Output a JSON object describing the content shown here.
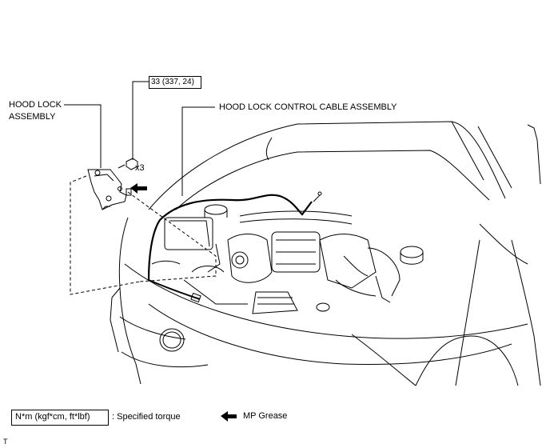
{
  "labels": {
    "hood_lock_line1": "HOOD LOCK",
    "hood_lock_line2": "ASSEMBLY",
    "cable": "HOOD LOCK CONTROL CABLE ASSEMBLY",
    "torque_value": "33 (337, 24)",
    "bolt_qty": "x3"
  },
  "legend": {
    "torque_unit_box": "N*m (kgf*cm, ft*lbf)",
    "torque_desc": ": Specified torque",
    "grease": "MP Grease"
  },
  "corner_mark": "T"
}
